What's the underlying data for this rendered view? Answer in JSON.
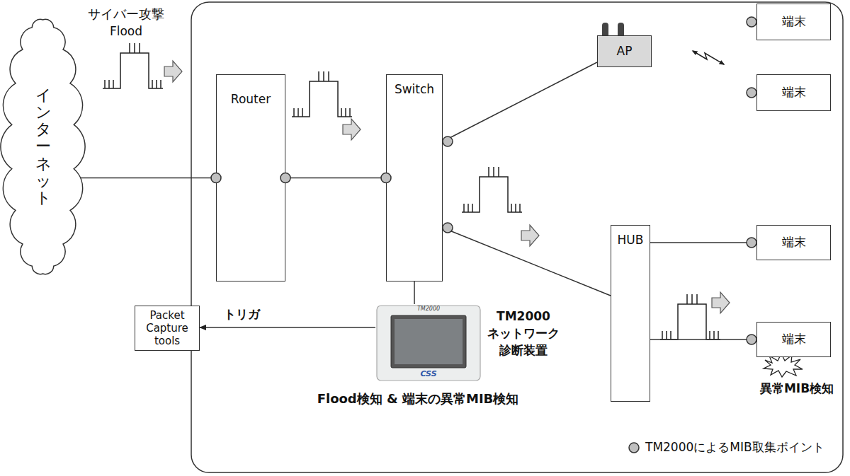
{
  "diagram": {
    "nodes": [
      {
        "text": [
          "インターネット"
        ]
      },
      {
        "text": [
          "Router"
        ]
      },
      {
        "text": [
          "Switch"
        ]
      },
      {
        "text": [
          "AP"
        ]
      },
      {
        "text": [
          "端末"
        ]
      },
      {
        "text": [
          "端末"
        ]
      },
      {
        "text": [
          "Packet Capture tools"
        ]
      },
      {
        "text": [
          "TM2000",
          "TM2000 ネットワーク 診断装置"
        ]
      },
      {
        "text": [
          "HUB"
        ]
      },
      {
        "text": [
          "端末"
        ]
      },
      {
        "text": [
          "端末"
        ]
      }
    ],
    "edges": [
      {
        "from": 0,
        "to": 1,
        "arrow": "none"
      },
      {
        "from": 1,
        "to": 2,
        "arrow": "none"
      },
      {
        "from": 2,
        "to": 3,
        "arrow": "none"
      },
      {
        "from": 2,
        "to": 8,
        "arrow": "none"
      },
      {
        "from": 2,
        "to": 7,
        "arrow": "none"
      },
      {
        "from": 7,
        "to": 6,
        "label": "トリガ",
        "arrow": "to"
      },
      {
        "from": 8,
        "to": 9,
        "arrow": "none"
      },
      {
        "from": 8,
        "to": 10,
        "arrow": "none"
      }
    ],
    "labels": [
      "サイバー攻撃",
      "Flood",
      "異常MIB検知",
      "Flood検知 & 端末の異常MIB検知",
      "CSS"
    ],
    "legend": [
      {
        "text": "TM2000によるMIB取集ポイント"
      }
    ]
  }
}
